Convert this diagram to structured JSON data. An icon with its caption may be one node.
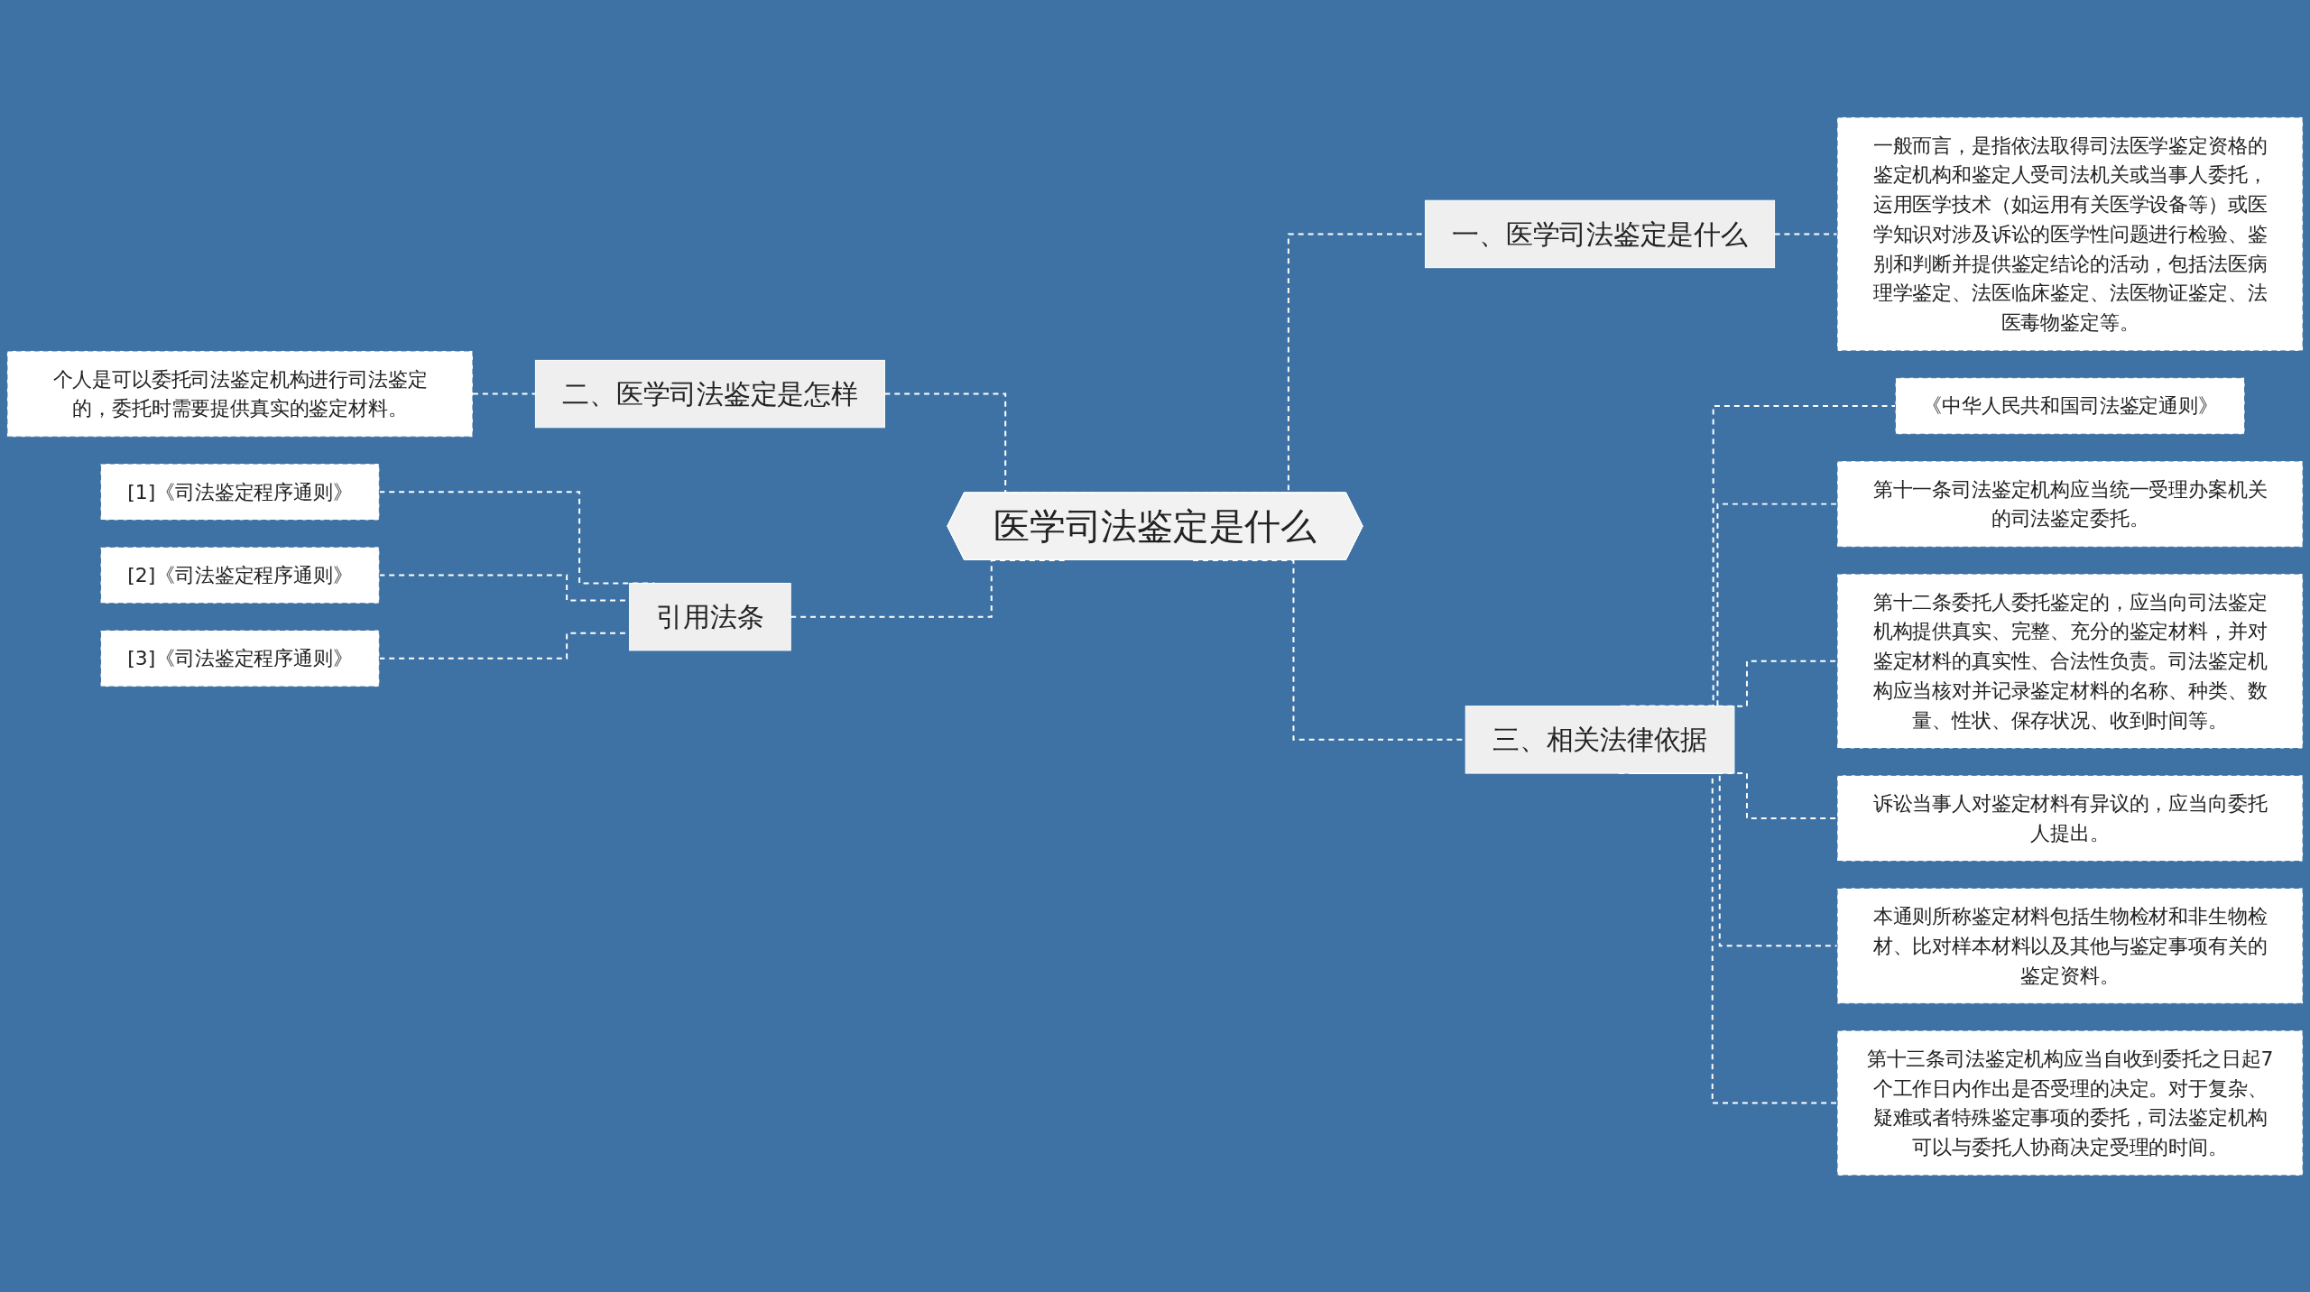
{
  "diagram": {
    "nodes": [
      {
        "text": [
          "医学司法鉴定是什么"
        ]
      },
      {
        "text": [
          "一、医学司法鉴定是什么"
        ]
      },
      {
        "text": [
          "一般而言，是指依法取得司法医学鉴定资格的鉴定机构和鉴定人受司法机关或当事人委托，运用医学技术（如运用有关医学设备等）或医学知识对涉及诉讼的医学性问题进行检验、鉴别和判断并提供鉴定结论的活动，包括法医病理学鉴定、法医临床鉴定、法医物证鉴定、法医毒物鉴定等。"
        ]
      },
      {
        "text": [
          "二、医学司法鉴定是怎样"
        ]
      },
      {
        "text": [
          "个人是可以委托司法鉴定机构进行司法鉴定的，委托时需要提供真实的鉴定材料。"
        ]
      },
      {
        "text": [
          "引用法条"
        ]
      },
      {
        "text": [
          "[1]《司法鉴定程序通则》"
        ]
      },
      {
        "text": [
          "[2]《司法鉴定程序通则》"
        ]
      },
      {
        "text": [
          "[3]《司法鉴定程序通则》"
        ]
      },
      {
        "text": [
          "三、相关法律依据"
        ]
      },
      {
        "text": [
          "《中华人民共和国司法鉴定通则》"
        ]
      },
      {
        "text": [
          "第十一条司法鉴定机构应当统一受理办案机关的司法鉴定委托。"
        ]
      },
      {
        "text": [
          "第十二条委托人委托鉴定的，应当向司法鉴定机构提供真实、完整、充分的鉴定材料，并对鉴定材料的真实性、合法性负责。司法鉴定机构应当核对并记录鉴定材料的名称、种类、数量、性状、保存状况、收到时间等。"
        ]
      },
      {
        "text": [
          "诉讼当事人对鉴定材料有异议的，应当向委托人提出。"
        ]
      },
      {
        "text": [
          "本通则所称鉴定材料包括生物检材和非生物检材、比对样本材料以及其他与鉴定事项有关的鉴定资料。"
        ]
      },
      {
        "text": [
          "第十三条司法鉴定机构应当自收到委托之日起7个工作日内作出是否受理的决定。对于复杂、疑难或者特殊鉴定事项的委托，司法鉴定机构可以与委托人协商决定受理的时间。"
        ]
      }
    ],
    "edges": [
      {
        "from": 0,
        "to": 1,
        "arrow": "none",
        "style": "dashed"
      },
      {
        "from": 1,
        "to": 2,
        "arrow": "none",
        "style": "dashed"
      },
      {
        "from": 3,
        "to": 0,
        "arrow": "none",
        "style": "dashed"
      },
      {
        "from": 4,
        "to": 3,
        "arrow": "none",
        "style": "dashed"
      },
      {
        "from": 5,
        "to": 0,
        "arrow": "none",
        "style": "dashed"
      },
      {
        "from": 6,
        "to": 5,
        "arrow": "none",
        "style": "dashed"
      },
      {
        "from": 7,
        "to": 5,
        "arrow": "none",
        "style": "dashed"
      },
      {
        "from": 8,
        "to": 5,
        "arrow": "none",
        "style": "dashed"
      },
      {
        "from": 0,
        "to": 9,
        "arrow": "none",
        "style": "dashed"
      },
      {
        "from": 9,
        "to": 10,
        "arrow": "none",
        "style": "dashed"
      },
      {
        "from": 9,
        "to": 11,
        "arrow": "none",
        "style": "dashed"
      },
      {
        "from": 9,
        "to": 12,
        "arrow": "none",
        "style": "dashed"
      },
      {
        "from": 9,
        "to": 13,
        "arrow": "none",
        "style": "dashed"
      },
      {
        "from": 9,
        "to": 14,
        "arrow": "none",
        "style": "dashed"
      },
      {
        "from": 9,
        "to": 15,
        "arrow": "none",
        "style": "dashed"
      }
    ]
  }
}
